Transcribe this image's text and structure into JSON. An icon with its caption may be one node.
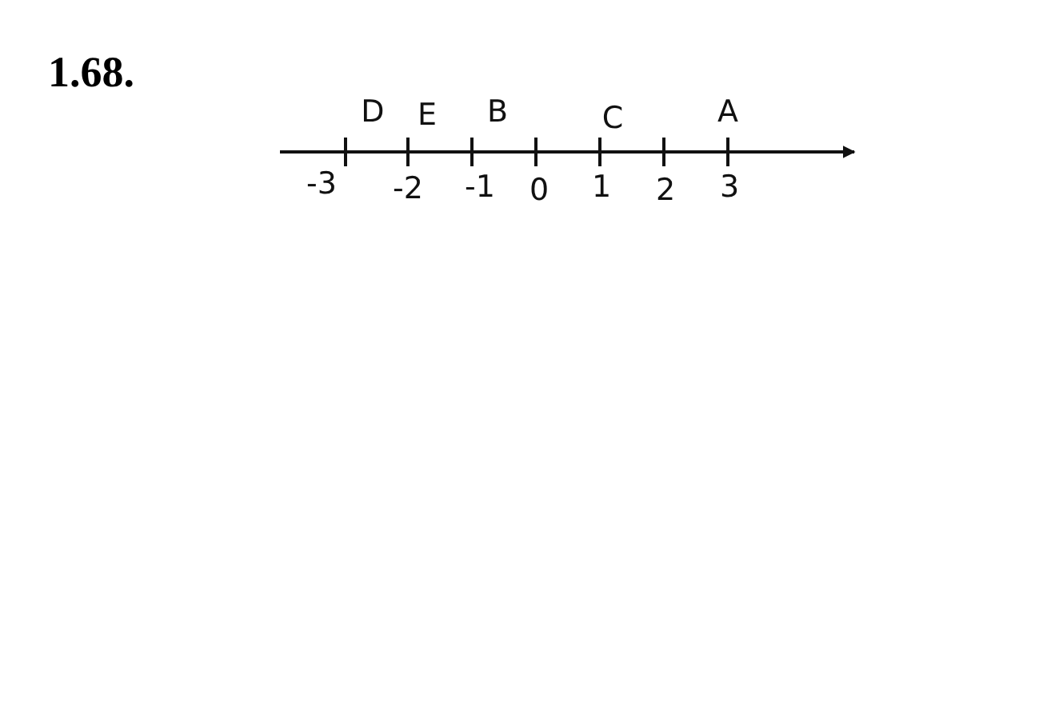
{
  "diagram": {
    "title": "1.68.",
    "labels": [
      "D",
      "E",
      "B",
      "C",
      "A",
      "-3",
      "-2",
      "-1",
      "0",
      "1",
      "2",
      "3"
    ]
  }
}
